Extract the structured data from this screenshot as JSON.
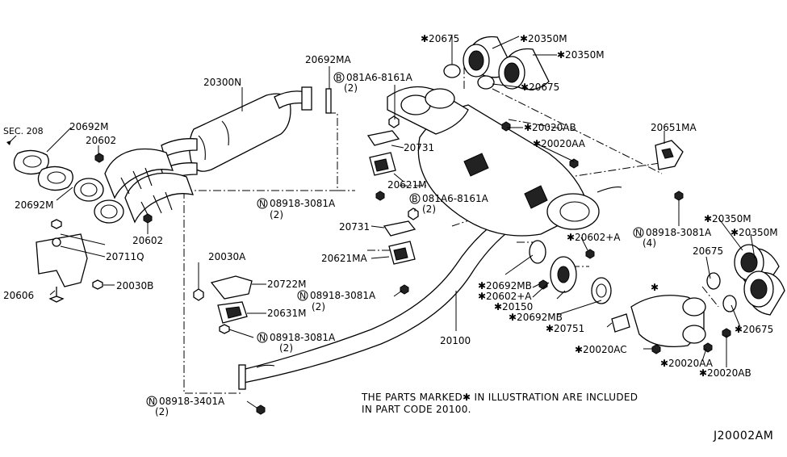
{
  "diagram": {
    "code": "J20002AM",
    "note_line1": "THE PARTS MARKED✱ IN ILLUSTRATION ARE INCLUDED",
    "note_line2": "IN PART CODE 20100.",
    "labels": {
      "sec208": "SEC. 208",
      "l20692m_a": "20692M",
      "l20692m_b": "20692M",
      "l20602_a": "20602",
      "l20602_b": "20602",
      "l20300n": "20300N",
      "l20692ma": "20692MA",
      "l081a6_a": "081A6-8161A",
      "l081a6_a_q": "(2)",
      "l081a6_b": "081A6-8161A",
      "l081a6_b_q": "(2)",
      "l20711q": "20711Q",
      "l20606": "20606",
      "l20030b": "20030B",
      "l20030a": "20030A",
      "l20722m": "20722M",
      "l20631m": "20631M",
      "l08918_3081a_a": "08918-3081A",
      "l08918_3081a_a_q": "(2)",
      "l08918_3081a_b": "08918-3081A",
      "l08918_3081a_b_q": "(2)",
      "l08918_3081a_c": "08918-3081A",
      "l08918_3081a_c_q": "(2)",
      "l08918_3081a_d": "08918-3081A",
      "l08918_3081a_d_q": "(4)",
      "l08918_3401a": "08918-3401A",
      "l08918_3401a_q": "(2)",
      "l20731_a": "20731",
      "l20731_b": "20731",
      "l20621m": "20621M",
      "l20621ma": "20621MA",
      "l20675_a": "✱20675",
      "l20675_b": "✱20675",
      "l20675_c": "20675",
      "l20675_d": "✱20675",
      "l20350m_a": "✱20350M",
      "l20350m_b": "✱20350M",
      "l20350m_c": "✱20350M",
      "l20350m_d": "✱20350M",
      "l20020ab_a": "✱20020AB",
      "l20020ab_b": "✱20020AB",
      "l20020aa_a": "✱20020AA",
      "l20020aa_b": "✱20020AA",
      "l20020ac": "✱20020AC",
      "l20651ma": "20651MA",
      "l20602a_a": "✱20602+A",
      "l20602a_b": "✱20602+A",
      "l20692mb_a": "✱20692MB",
      "l20692mb_b": "✱20692MB",
      "l20150": "✱20150",
      "l20751": "✱20751",
      "l20100": "20100",
      "star": "✱",
      "circ_n": "N",
      "circ_b": "B"
    }
  }
}
